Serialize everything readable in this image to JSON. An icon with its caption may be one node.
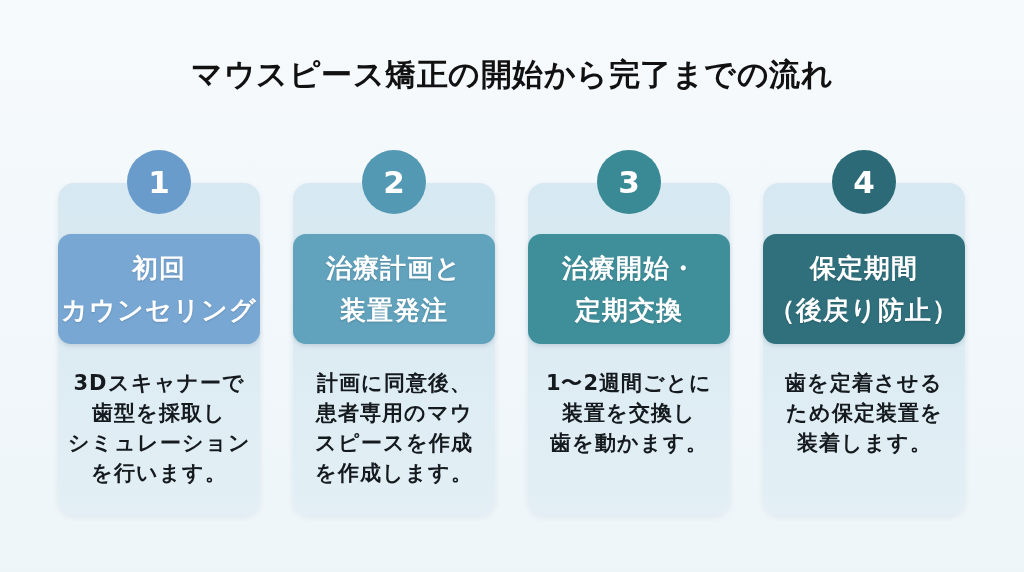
{
  "diagram": {
    "title": "マウスピース矯正の開始から完了までの流れ",
    "nodes": [
      {
        "text": [
          "1"
        ]
      },
      {
        "text": [
          "3Dスキャナーで歯型を採取しシミュレーションを行います。"
        ]
      },
      {
        "text": [
          "初回カウンセリング"
        ],
        "in": 1
      },
      {
        "text": [
          "2"
        ]
      },
      {
        "text": [
          "計画に同意後、患者専用のマウスピースを作成を作成します。"
        ]
      },
      {
        "text": [
          "治療計画と装置発注"
        ],
        "in": 4
      },
      {
        "text": [
          "3"
        ]
      },
      {
        "text": [
          "1〜2週間ごとに装置を交換し歯を動かます。"
        ]
      },
      {
        "text": [
          "治療開始・定期交換"
        ],
        "in": 7
      },
      {
        "text": [
          "4"
        ]
      },
      {
        "text": [
          "歯を定着させるため保定装置を装着します。"
        ]
      },
      {
        "text": [
          "保定期間（後戻り防止）"
        ],
        "in": 10
      }
    ]
  }
}
